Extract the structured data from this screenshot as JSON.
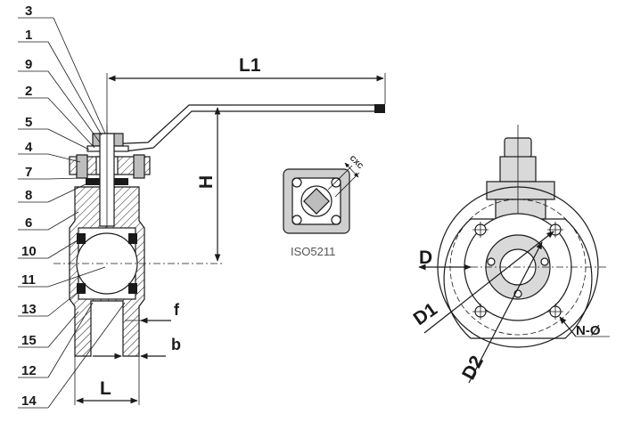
{
  "callouts": [
    {
      "id": "3",
      "label": "3"
    },
    {
      "id": "1",
      "label": "1"
    },
    {
      "id": "9",
      "label": "9"
    },
    {
      "id": "2",
      "label": "2"
    },
    {
      "id": "5",
      "label": "5"
    },
    {
      "id": "4",
      "label": "4"
    },
    {
      "id": "7",
      "label": "7"
    },
    {
      "id": "8",
      "label": "8"
    },
    {
      "id": "6",
      "label": "6"
    },
    {
      "id": "10",
      "label": "10"
    },
    {
      "id": "11",
      "label": "11"
    },
    {
      "id": "13",
      "label": "13"
    },
    {
      "id": "15",
      "label": "15"
    },
    {
      "id": "12",
      "label": "12"
    },
    {
      "id": "14",
      "label": "14"
    }
  ],
  "dimensions": {
    "L1": "L1",
    "H": "H",
    "f": "f",
    "b": "b",
    "L": "L",
    "D": "D",
    "D1": "D1",
    "D2": "D2",
    "N": "N-Ø",
    "cxc": "CXC"
  },
  "mounting": {
    "standard": "ISO5211"
  }
}
